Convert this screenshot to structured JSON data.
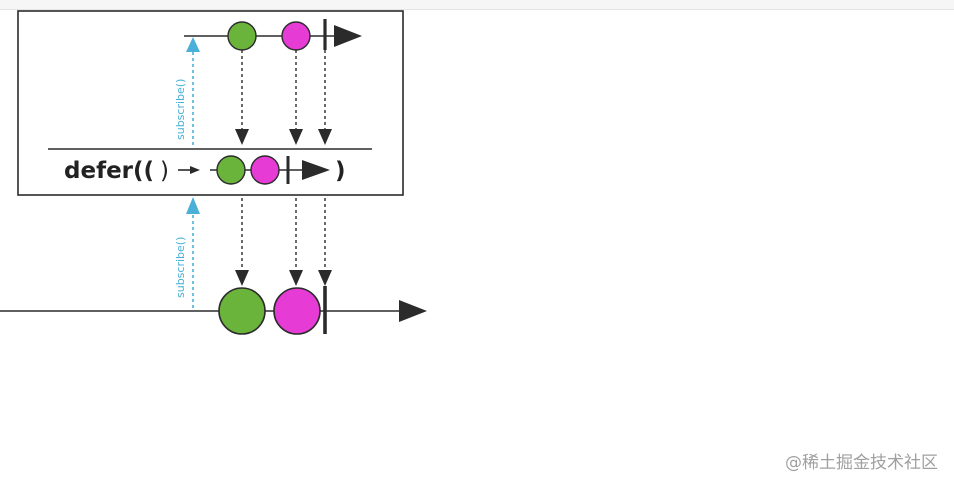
{
  "diagram": {
    "operator_name": "defer",
    "open_paren": "((",
    "close_paren": ")",
    "inner_close_paren": ")",
    "subscribe_label": "subscribe()",
    "subscribe_label_lower": "subscribe()",
    "marble_colors": [
      "#6ab43c",
      "#e63bd4"
    ],
    "line_color": "#2b2b2b",
    "subscribe_color": "#4ab0d8"
  },
  "watermark": "@稀土掘金技术社区"
}
